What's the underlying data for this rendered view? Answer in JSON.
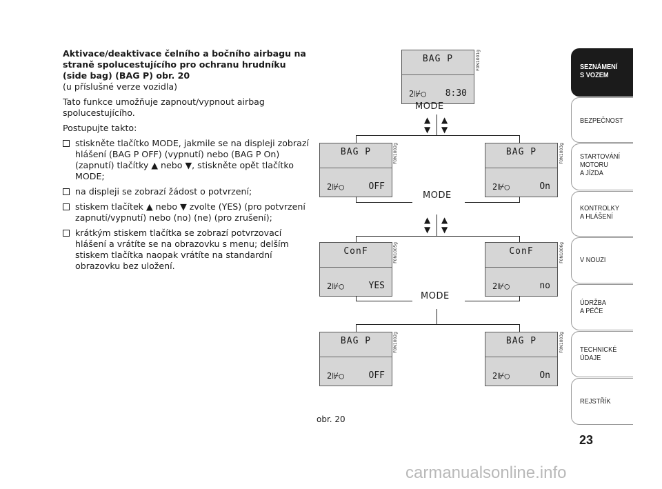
{
  "text": {
    "heading": "Aktivace/deaktivace čelního a bočního airbagu na straně spolucestujícího pro ochranu hrudníku (side bag) (BAG P) obr. 20",
    "subheading": "(u příslušné verze vozidla)",
    "para1": "Tato funkce umožňuje zapnout/vypnout airbag spolucestujícího.",
    "para2": "Postupujte takto:",
    "bullets": [
      "stiskněte tlačítko MODE, jakmile se na displeji zobrazí hlášení (BAG P OFF) (vypnutí) nebo (BAG P On) (zapnutí) tlačítky ▲ nebo ▼, stiskněte opět tlačítko MODE;",
      "na displeji se zobrazí žádost o potvrzení;",
      "stiskem tlačítek ▲ nebo ▼ zvolte (YES) (pro potvrzení zapnutí/vypnutí) nebo (no) (ne) (pro zrušení);",
      "krátkým stiskem tlačítka se zobrazí potvrzovací hlášení a vrátíte se na obrazovku s menu; delším stiskem tlačítka naopak vrátíte na standardní obrazovku bez uložení."
    ]
  },
  "figure": {
    "caption": "obr. 20",
    "mode_label": "MODE",
    "arrows": "▲▲\n▼▼",
    "displays": [
      {
        "title": "BAG P",
        "left": "2⊮◯",
        "right": "8:30",
        "code": "F0N1001g"
      },
      {
        "title": "BAG P",
        "left": "2⊮◯",
        "right": "OFF",
        "code": "F0N1002g"
      },
      {
        "title": "BAG P",
        "left": "2⊮◯",
        "right": "On",
        "code": "F0N1003g"
      },
      {
        "title": "ConF",
        "left": "2⊮◯",
        "right": "YES",
        "code": "F0N1005g"
      },
      {
        "title": "ConF",
        "left": "2⊮◯",
        "right": "no",
        "code": "F0N1006g"
      },
      {
        "title": "BAG P",
        "left": "2⊮◯",
        "right": "OFF",
        "code": "F0N1002g"
      },
      {
        "title": "BAG P",
        "left": "2⊮◯",
        "right": "On",
        "code": "F0N1003g"
      }
    ]
  },
  "sidebar": {
    "tabs": [
      {
        "label": "SEZNÁMENÍ\nS VOZEM"
      },
      {
        "label": "BEZPEČNOST"
      },
      {
        "label": "STARTOVÁNÍ\nMOTORU\nA JÍZDA"
      },
      {
        "label": "KONTROLKY\nA HLÁŠENÍ"
      },
      {
        "label": "V NOUZI"
      },
      {
        "label": "ÚDRŽBA\nA PÉČE"
      },
      {
        "label": "TECHNICKÉ\nÚDAJE"
      },
      {
        "label": "REJSTŘÍK"
      }
    ]
  },
  "page_number": "23",
  "watermark": "carmanualsonline.info"
}
